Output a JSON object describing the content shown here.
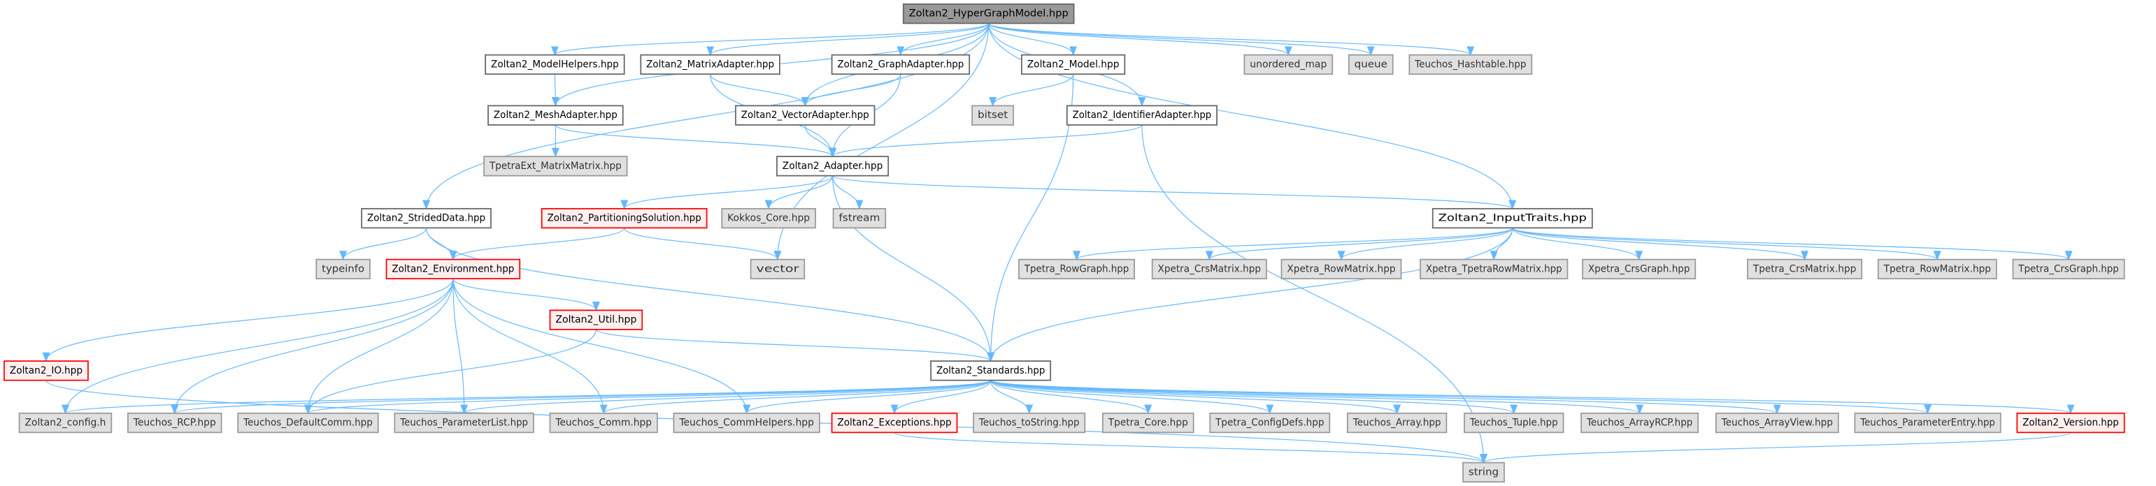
{
  "title": "Zoltan2_HyperGraphModel.hpp",
  "colors": {
    "edge": "#63b8ff",
    "root_fill": "#999999",
    "external_fill": "#e0e0e0",
    "red_border": "#ff0000"
  },
  "nodes": [
    {
      "id": "hgm",
      "label": "Zoltan2_HyperGraphModel.hpp",
      "kind": "root"
    },
    {
      "id": "modelhelpers",
      "label": "Zoltan2_ModelHelpers.hpp",
      "kind": "normal"
    },
    {
      "id": "matrixadapter",
      "label": "Zoltan2_MatrixAdapter.hpp",
      "kind": "normal"
    },
    {
      "id": "graphadapter",
      "label": "Zoltan2_GraphAdapter.hpp",
      "kind": "normal"
    },
    {
      "id": "model",
      "label": "Zoltan2_Model.hpp",
      "kind": "normal"
    },
    {
      "id": "unordered_map",
      "label": "unordered_map",
      "kind": "external"
    },
    {
      "id": "queue",
      "label": "queue",
      "kind": "external"
    },
    {
      "id": "hashtable",
      "label": "Teuchos_Hashtable.hpp",
      "kind": "external"
    },
    {
      "id": "meshadapter",
      "label": "Zoltan2_MeshAdapter.hpp",
      "kind": "normal"
    },
    {
      "id": "vectoradapter",
      "label": "Zoltan2_VectorAdapter.hpp",
      "kind": "normal"
    },
    {
      "id": "bitset",
      "label": "bitset",
      "kind": "external"
    },
    {
      "id": "identifieradapter",
      "label": "Zoltan2_IdentifierAdapter.hpp",
      "kind": "normal"
    },
    {
      "id": "tpetraext",
      "label": "TpetraExt_MatrixMatrix.hpp",
      "kind": "external"
    },
    {
      "id": "adapter",
      "label": "Zoltan2_Adapter.hpp",
      "kind": "normal"
    },
    {
      "id": "strideddata",
      "label": "Zoltan2_StridedData.hpp",
      "kind": "normal"
    },
    {
      "id": "partsol",
      "label": "Zoltan2_PartitioningSolution.hpp",
      "kind": "red"
    },
    {
      "id": "kokkos",
      "label": "Kokkos_Core.hpp",
      "kind": "external"
    },
    {
      "id": "fstream",
      "label": "fstream",
      "kind": "external"
    },
    {
      "id": "inputtraits",
      "label": "Zoltan2_InputTraits.hpp",
      "kind": "normal"
    },
    {
      "id": "typeinfo",
      "label": "typeinfo",
      "kind": "external"
    },
    {
      "id": "environment",
      "label": "Zoltan2_Environment.hpp",
      "kind": "red"
    },
    {
      "id": "vector",
      "label": "vector",
      "kind": "external"
    },
    {
      "id": "tp_rowgraph",
      "label": "Tpetra_RowGraph.hpp",
      "kind": "external"
    },
    {
      "id": "xp_crsmatrix",
      "label": "Xpetra_CrsMatrix.hpp",
      "kind": "external"
    },
    {
      "id": "xp_rowmatrix",
      "label": "Xpetra_RowMatrix.hpp",
      "kind": "external"
    },
    {
      "id": "xp_tpetrarowmatrix",
      "label": "Xpetra_TpetraRowMatrix.hpp",
      "kind": "external"
    },
    {
      "id": "xp_crsgraph",
      "label": "Xpetra_CrsGraph.hpp",
      "kind": "external"
    },
    {
      "id": "tp_crsmatrix",
      "label": "Tpetra_CrsMatrix.hpp",
      "kind": "external"
    },
    {
      "id": "tp_rowmatrix",
      "label": "Tpetra_RowMatrix.hpp",
      "kind": "external"
    },
    {
      "id": "tp_crsgraph",
      "label": "Tpetra_CrsGraph.hpp",
      "kind": "external"
    },
    {
      "id": "util",
      "label": "Zoltan2_Util.hpp",
      "kind": "red"
    },
    {
      "id": "io",
      "label": "Zoltan2_IO.hpp",
      "kind": "red"
    },
    {
      "id": "standards",
      "label": "Zoltan2_Standards.hpp",
      "kind": "normal"
    },
    {
      "id": "config",
      "label": "Zoltan2_config.h",
      "kind": "external"
    },
    {
      "id": "rcp",
      "label": "Teuchos_RCP.hpp",
      "kind": "external"
    },
    {
      "id": "defaultcomm",
      "label": "Teuchos_DefaultComm.hpp",
      "kind": "external"
    },
    {
      "id": "paramlist",
      "label": "Teuchos_ParameterList.hpp",
      "kind": "external"
    },
    {
      "id": "comm",
      "label": "Teuchos_Comm.hpp",
      "kind": "external"
    },
    {
      "id": "commhelpers",
      "label": "Teuchos_CommHelpers.hpp",
      "kind": "external"
    },
    {
      "id": "exceptions",
      "label": "Zoltan2_Exceptions.hpp",
      "kind": "red"
    },
    {
      "id": "tostring",
      "label": "Teuchos_toString.hpp",
      "kind": "external"
    },
    {
      "id": "tpetracore",
      "label": "Tpetra_Core.hpp",
      "kind": "external"
    },
    {
      "id": "configdefs",
      "label": "Tpetra_ConfigDefs.hpp",
      "kind": "external"
    },
    {
      "id": "array",
      "label": "Teuchos_Array.hpp",
      "kind": "external"
    },
    {
      "id": "tuple",
      "label": "Teuchos_Tuple.hpp",
      "kind": "external"
    },
    {
      "id": "arrayrcp",
      "label": "Teuchos_ArrayRCP.hpp",
      "kind": "external"
    },
    {
      "id": "arrayview",
      "label": "Teuchos_ArrayView.hpp",
      "kind": "external"
    },
    {
      "id": "paramentry",
      "label": "Teuchos_ParameterEntry.hpp",
      "kind": "external"
    },
    {
      "id": "version",
      "label": "Zoltan2_Version.hpp",
      "kind": "red"
    },
    {
      "id": "string",
      "label": "string",
      "kind": "external"
    }
  ],
  "edges": [
    [
      "hgm",
      "modelhelpers"
    ],
    [
      "hgm",
      "matrixadapter"
    ],
    [
      "hgm",
      "graphadapter"
    ],
    [
      "hgm",
      "model"
    ],
    [
      "hgm",
      "unordered_map"
    ],
    [
      "hgm",
      "queue"
    ],
    [
      "hgm",
      "hashtable"
    ],
    [
      "hgm",
      "meshadapter"
    ],
    [
      "hgm",
      "vectoradapter"
    ],
    [
      "hgm",
      "identifieradapter"
    ],
    [
      "hgm",
      "strideddata"
    ],
    [
      "hgm",
      "inputtraits"
    ],
    [
      "hgm",
      "vector"
    ],
    [
      "modelhelpers",
      "meshadapter"
    ],
    [
      "matrixadapter",
      "vectoradapter"
    ],
    [
      "matrixadapter",
      "adapter"
    ],
    [
      "graphadapter",
      "vectoradapter"
    ],
    [
      "graphadapter",
      "adapter"
    ],
    [
      "model",
      "bitset"
    ],
    [
      "model",
      "standards"
    ],
    [
      "meshadapter",
      "tpetraext"
    ],
    [
      "meshadapter",
      "adapter"
    ],
    [
      "vectoradapter",
      "adapter"
    ],
    [
      "identifieradapter",
      "adapter"
    ],
    [
      "identifieradapter",
      "string"
    ],
    [
      "adapter",
      "partsol"
    ],
    [
      "adapter",
      "kokkos"
    ],
    [
      "adapter",
      "fstream"
    ],
    [
      "adapter",
      "inputtraits"
    ],
    [
      "adapter",
      "standards"
    ],
    [
      "strideddata",
      "typeinfo"
    ],
    [
      "strideddata",
      "environment"
    ],
    [
      "strideddata",
      "standards"
    ],
    [
      "partsol",
      "environment"
    ],
    [
      "partsol",
      "vector"
    ],
    [
      "inputtraits",
      "tp_rowgraph"
    ],
    [
      "inputtraits",
      "xp_crsmatrix"
    ],
    [
      "inputtraits",
      "xp_rowmatrix"
    ],
    [
      "inputtraits",
      "xp_tpetrarowmatrix"
    ],
    [
      "inputtraits",
      "xp_crsgraph"
    ],
    [
      "inputtraits",
      "tp_crsmatrix"
    ],
    [
      "inputtraits",
      "tp_rowmatrix"
    ],
    [
      "inputtraits",
      "tp_crsgraph"
    ],
    [
      "inputtraits",
      "standards"
    ],
    [
      "environment",
      "io"
    ],
    [
      "environment",
      "util"
    ],
    [
      "environment",
      "config"
    ],
    [
      "environment",
      "rcp"
    ],
    [
      "environment",
      "defaultcomm"
    ],
    [
      "environment",
      "paramlist"
    ],
    [
      "environment",
      "comm"
    ],
    [
      "environment",
      "commhelpers"
    ],
    [
      "util",
      "standards"
    ],
    [
      "util",
      "defaultcomm"
    ],
    [
      "io",
      "string"
    ],
    [
      "standards",
      "config"
    ],
    [
      "standards",
      "rcp"
    ],
    [
      "standards",
      "defaultcomm"
    ],
    [
      "standards",
      "paramlist"
    ],
    [
      "standards",
      "comm"
    ],
    [
      "standards",
      "commhelpers"
    ],
    [
      "standards",
      "exceptions"
    ],
    [
      "standards",
      "tostring"
    ],
    [
      "standards",
      "tpetracore"
    ],
    [
      "standards",
      "configdefs"
    ],
    [
      "standards",
      "array"
    ],
    [
      "standards",
      "tuple"
    ],
    [
      "standards",
      "arrayrcp"
    ],
    [
      "standards",
      "arrayview"
    ],
    [
      "standards",
      "paramentry"
    ],
    [
      "standards",
      "version"
    ],
    [
      "exceptions",
      "string"
    ],
    [
      "version",
      "string"
    ]
  ]
}
